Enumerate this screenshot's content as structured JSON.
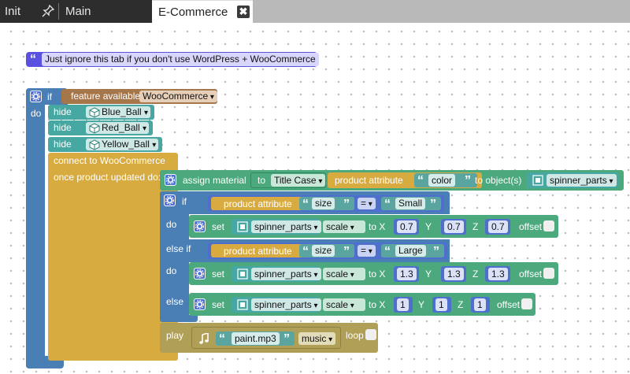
{
  "tabs": {
    "init": "Init",
    "main": "Main",
    "ecommerce": "E-Commerce",
    "close": "✖"
  },
  "comment": "Just ignore this tab if you don't use WordPress + WooCommerce",
  "if_block": {
    "if_label": "if",
    "do_label": "do",
    "feature_available": "feature available",
    "feature_value": "WooCommerce"
  },
  "hide_blocks": [
    {
      "label": "hide",
      "object": "Blue_Ball"
    },
    {
      "label": "hide",
      "object": "Red_Ball"
    },
    {
      "label": "hide",
      "object": "Yellow_Ball"
    }
  ],
  "connect": {
    "title": "connect to WooCommerce",
    "once": "once product updated do:"
  },
  "assign": {
    "label": "assign material",
    "to": "to",
    "case_value": "Title Case",
    "product_attribute": "product attribute",
    "attr_value": "color",
    "to_objects": "to object(s)",
    "objects_value": "spinner_parts"
  },
  "inner_if": {
    "if_label": "if",
    "do_label": "do",
    "elseif_label": "else if",
    "do2_label": "do",
    "else_label": "else",
    "cond1": {
      "attr": "product attribute",
      "key": "size",
      "op": "=",
      "value": "Small"
    },
    "cond2": {
      "attr": "product attribute",
      "key": "size",
      "op": "=",
      "value": "Large"
    }
  },
  "set_blocks": [
    {
      "set": "set",
      "object": "spinner_parts",
      "prop": "scale",
      "tox": "to X",
      "x": "0.7",
      "ylabel": "Y",
      "y": "0.7",
      "zlabel": "Z",
      "z": "0.7",
      "offset": "offset"
    },
    {
      "set": "set",
      "object": "spinner_parts",
      "prop": "scale",
      "tox": "to X",
      "x": "1.3",
      "ylabel": "Y",
      "y": "1.3",
      "zlabel": "Z",
      "z": "1.3",
      "offset": "offset"
    },
    {
      "set": "set",
      "object": "spinner_parts",
      "prop": "scale",
      "tox": "to X",
      "x": "1",
      "ylabel": "Y",
      "y": "1",
      "zlabel": "Z",
      "z": "1",
      "offset": "offset"
    }
  ],
  "play": {
    "label": "play",
    "file": "paint.mp3",
    "type": "music",
    "loop": "loop"
  },
  "colors": {
    "control": "#4a7fb5",
    "look": "#47a7a2",
    "event": "#d8ab41",
    "material": "#4ca97d",
    "logic": "#4f6fcc",
    "sound": "#b0a057",
    "feature": "#a5764a",
    "comment": "#5b51e0"
  }
}
